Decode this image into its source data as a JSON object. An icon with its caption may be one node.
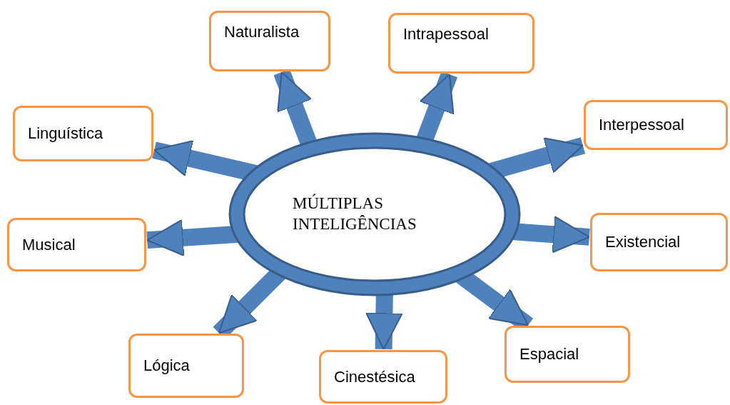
{
  "diagram": {
    "nodes": [
      {
        "text": [
          "MÚLTIPLAS INTELIGÊNCIAS"
        ]
      },
      {
        "text": [
          "Naturalista"
        ]
      },
      {
        "text": [
          "Intrapessoal"
        ]
      },
      {
        "text": [
          "Linguística"
        ]
      },
      {
        "text": [
          "Interpessoal"
        ]
      },
      {
        "text": [
          "Musical"
        ]
      },
      {
        "text": [
          "Existencial"
        ]
      },
      {
        "text": [
          "Lógica"
        ]
      },
      {
        "text": [
          "Espacial"
        ]
      },
      {
        "text": [
          "Cinestésica"
        ]
      }
    ],
    "edges": [
      {
        "from": 0,
        "to": 1,
        "arrow": "to"
      },
      {
        "from": 0,
        "to": 2,
        "arrow": "to"
      },
      {
        "from": 0,
        "to": 3,
        "arrow": "to"
      },
      {
        "from": 0,
        "to": 4,
        "arrow": "to"
      },
      {
        "from": 0,
        "to": 5,
        "arrow": "to"
      },
      {
        "from": 0,
        "to": 6,
        "arrow": "to"
      },
      {
        "from": 0,
        "to": 7,
        "arrow": "to"
      },
      {
        "from": 0,
        "to": 8,
        "arrow": "to"
      },
      {
        "from": 0,
        "to": 9,
        "arrow": "to"
      }
    ]
  }
}
